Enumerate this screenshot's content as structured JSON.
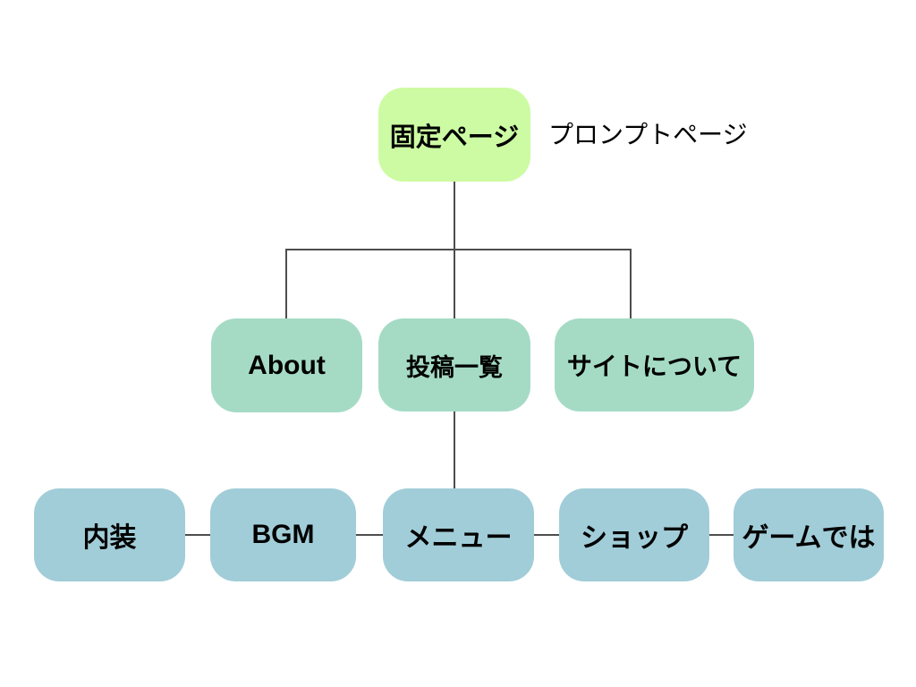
{
  "diagram": {
    "type": "tree",
    "nodes": {
      "root": {
        "label": "固定ページ"
      },
      "annotation": {
        "label": "プロンプトページ"
      },
      "level2": [
        {
          "label": "About"
        },
        {
          "label": "投稿一覧"
        },
        {
          "label": "サイトについて"
        }
      ],
      "level3": [
        {
          "label": "内装"
        },
        {
          "label": "BGM"
        },
        {
          "label": "メニュー"
        },
        {
          "label": "ショップ"
        },
        {
          "label": "ゲームでは"
        }
      ]
    },
    "edges": [
      {
        "from": "固定ページ",
        "to": "About"
      },
      {
        "from": "固定ページ",
        "to": "投稿一覧"
      },
      {
        "from": "固定ページ",
        "to": "サイトについて"
      },
      {
        "from": "投稿一覧",
        "to": "メニュー"
      },
      {
        "from": "内装",
        "to": "BGM"
      },
      {
        "from": "BGM",
        "to": "メニュー"
      },
      {
        "from": "メニュー",
        "to": "ショップ"
      },
      {
        "from": "ショップ",
        "to": "ゲームでは"
      }
    ]
  },
  "colors": {
    "root_box": "#ccfba3",
    "level2_box": "#a5dbc5",
    "level3_box": "#a1cdd8",
    "connector": "#4d4d4d",
    "text": "#000000",
    "background": "#ffffff"
  }
}
